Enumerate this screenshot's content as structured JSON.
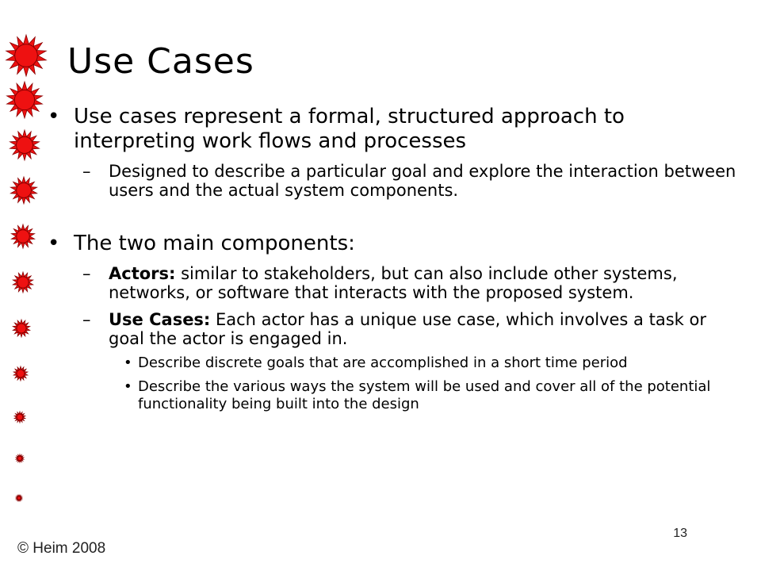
{
  "slide": {
    "title": "Use Cases",
    "bullets": [
      {
        "text": "Use cases represent a formal, structured approach to interpreting work flows and processes",
        "subs": [
          {
            "lead": "",
            "text": "Designed to describe a particular goal and explore the interaction between users and the actual system components."
          }
        ]
      },
      {
        "text": "The two main components:",
        "subs": [
          {
            "lead": "Actors:",
            "text": " similar to stakeholders, but can also include other systems, networks, or software that interacts with the proposed system."
          },
          {
            "lead": "Use Cases:",
            "text": " Each actor has a unique use case, which involves a task or goal the actor is engaged in."
          }
        ],
        "subsubs": [
          "Describe discrete goals that are accomplished in a short time period",
          "Describe the various ways the system will be used and cover all of the potential functionality being built into the design"
        ]
      }
    ],
    "footer": "© Heim 2008",
    "page_number": "13"
  },
  "decor": {
    "icon": "red-sun-icon",
    "fill_color": "#ee1111",
    "stroke_color": "#880000"
  }
}
